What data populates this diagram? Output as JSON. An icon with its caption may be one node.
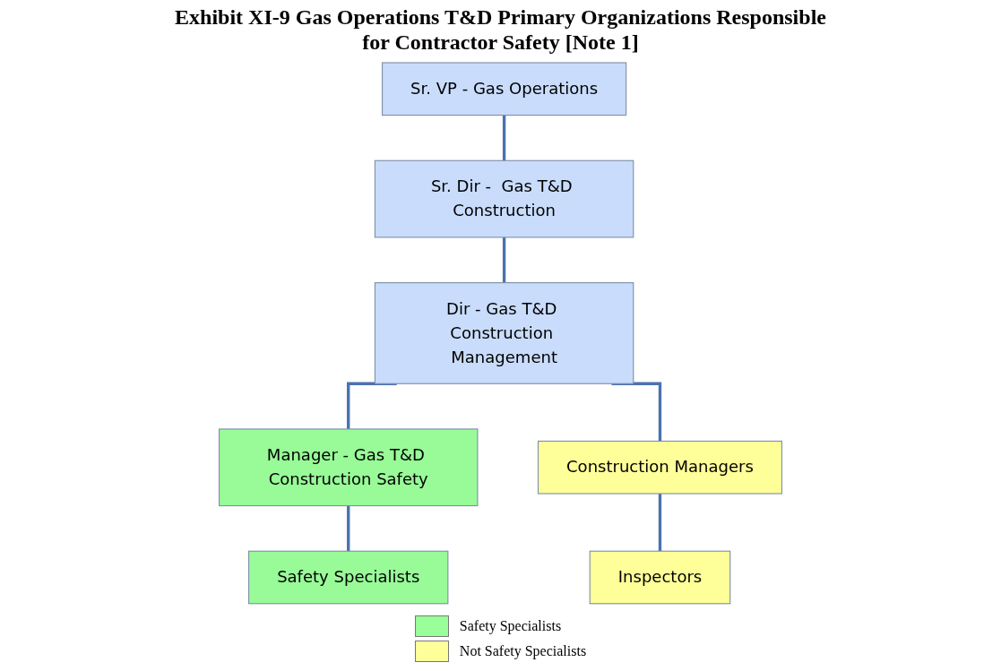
{
  "diagram": {
    "title": "Exhibit XI-9 Gas Operations T&D Primary Organizations Responsible for Contractor Safety [Note 1]",
    "nodes": [
      {
        "text": [
          "Sr. VP - Gas Operations"
        ]
      },
      {
        "text": [
          "Sr. Dir -  Gas T&D Construction"
        ]
      },
      {
        "text": [
          "Dir - Gas T&D Construction Management"
        ]
      },
      {
        "text": [
          "Manager - Gas T&D Construction Safety"
        ]
      },
      {
        "text": [
          "Construction Managers"
        ]
      },
      {
        "text": [
          "Safety Specialists"
        ]
      },
      {
        "text": [
          "Inspectors"
        ]
      }
    ],
    "edges": [
      {
        "from": 0,
        "to": 1,
        "arrow": "none"
      },
      {
        "from": 1,
        "to": 2,
        "arrow": "none"
      },
      {
        "from": 2,
        "to": 3,
        "arrow": "none"
      },
      {
        "from": 2,
        "to": 4,
        "arrow": "none"
      },
      {
        "from": 3,
        "to": 5,
        "arrow": "none"
      },
      {
        "from": 4,
        "to": 6,
        "arrow": "none"
      }
    ],
    "legend": [
      {
        "text": "Safety Specialists",
        "color": "#99ff99"
      },
      {
        "text": "Not Safety Specialists",
        "color": "#ffff99"
      }
    ]
  }
}
